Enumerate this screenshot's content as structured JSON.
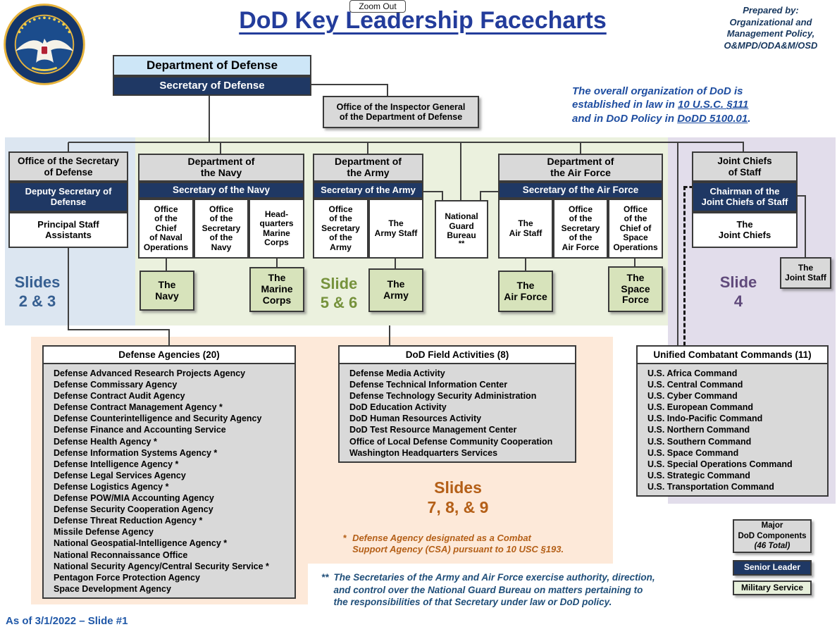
{
  "viewer": {
    "zoom_out_label": "Zoom Out"
  },
  "header": {
    "title": "DoD Key Leadership Facecharts",
    "prepared_by": "Prepared by:\nOrganizational and\nManagement Policy,\nO&MPD/ODA&M/OSD",
    "law_note_p1": "The overall organization of DoD is\nestablished in law in ",
    "law_link_usc": "10 U.S.C. §111",
    "law_note_p2": "\nand in DoD Policy in ",
    "law_link_dodd": "DoDD 5100.01",
    "law_note_p3": "."
  },
  "top": {
    "dod": "Department of Defense",
    "secdef": "Secretary of Defense",
    "oig": "Office of the Inspector General\nof the Department of Defense"
  },
  "osd": {
    "title": "Office of the Secretary\nof Defense",
    "leader": "Deputy Secretary of\nDefense",
    "sub": "Principal Staff\nAssistants",
    "slides": "Slides\n2 & 3"
  },
  "navy": {
    "title": "Department of\nthe Navy",
    "leader": "Secretary of the Navy",
    "col1": "Office\nof the\nChief\nof Naval\nOperations",
    "col2": "Office\nof the\nSecretary\nof the\nNavy",
    "col3": "Head-\nquarters\nMarine\nCorps",
    "service1": "The\nNavy",
    "service2": "The\nMarine\nCorps"
  },
  "army": {
    "title": "Department of\nthe Army",
    "leader": "Secretary of the Army",
    "col1": "Office\nof the\nSecretary\nof the\nArmy",
    "col2": "The\nArmy Staff",
    "service": "The\nArmy",
    "slides": "Slide\n5 & 6"
  },
  "ngb": {
    "label": "National\nGuard\nBureau",
    "note": "**"
  },
  "airforce": {
    "title": "Department of\nthe Air Force",
    "leader": "Secretary of the Air Force",
    "col1": "The\nAir Staff",
    "col2": "Office\nof the\nSecretary\nof the\nAir Force",
    "col3": "Office\nof the\nChief of\nSpace\nOperations",
    "service1": "The\nAir Force",
    "service2": "The\nSpace\nForce"
  },
  "jcs": {
    "title": "Joint Chiefs\nof Staff",
    "leader": "Chairman of the\nJoint Chiefs of Staff",
    "sub": "The\nJoint Chiefs",
    "staff": "The\nJoint Staff",
    "slides": "Slide\n4"
  },
  "agencies": {
    "title": "Defense Agencies (20)",
    "items": [
      "Defense Advanced Research Projects Agency",
      "Defense Commissary Agency",
      "Defense Contract Audit Agency",
      "Defense Contract Management Agency *",
      "Defense Counterintelligence and Security Agency",
      "Defense Finance and Accounting Service",
      "Defense Health Agency *",
      "Defense Information Systems Agency *",
      "Defense Intelligence Agency *",
      "Defense Legal Services Agency",
      "Defense Logistics Agency *",
      "Defense POW/MIA Accounting Agency",
      "Defense Security Cooperation Agency",
      "Defense Threat Reduction Agency *",
      "Missile Defense Agency",
      "National Geospatial-Intelligence Agency *",
      "National Reconnaissance Office",
      "National Security Agency/Central Security Service *",
      "Pentagon Force Protection Agency",
      "Space Development Agency"
    ]
  },
  "field_activities": {
    "title": "DoD Field Activities (8)",
    "items": [
      "Defense Media Activity",
      "Defense Technical Information Center",
      "Defense Technology Security Administration",
      "DoD Education Activity",
      "DoD Human Resources Activity",
      "DoD Test Resource Management Center",
      "Office of Local Defense Community Cooperation",
      "Washington Headquarters Services"
    ],
    "slides": "Slides\n7, 8, & 9"
  },
  "commands": {
    "title": "Unified Combatant Commands (11)",
    "items": [
      "U.S. Africa Command",
      "U.S. Central Command",
      "U.S. Cyber Command",
      "U.S. European Command",
      "U.S. Indo-Pacific Command",
      "U.S. Northern Command",
      "U.S. Southern Command",
      "U.S. Space Command",
      "U.S. Special Operations Command",
      "U.S. Strategic Command",
      "U.S. Transportation Command"
    ]
  },
  "footnotes": {
    "star_marker": "*",
    "star_text": "Defense Agency designated as a Combat\nSupport Agency (CSA) pursuant to 10 USC §193.",
    "dstar_marker": "**",
    "dstar_text": "The Secretaries of the Army and Air Force exercise authority, direction,\nand control over the National Guard Bureau on matters pertaining to\nthe responsibilities of that Secretary under law or DoD policy."
  },
  "legend": {
    "components": "Major\nDoD Components",
    "components_total": "(46 Total)",
    "senior_leader": "Senior Leader",
    "military_service": "Military Service"
  },
  "footer": {
    "as_of": "As of 3/1/2022 – Slide #1"
  },
  "colors": {
    "senior_leader_navy": "#1F3864",
    "component_gray": "#D9D9D9",
    "military_service_green": "#D7E3BB",
    "dod_header_blue": "#CDE6F7",
    "panel_blue": "#DCE6F1",
    "panel_green": "#EBF1DE",
    "panel_purple": "#E2DDEB",
    "panel_peach": "#FDE9D9",
    "title_blue": "#233C9B",
    "footnote_brown": "#B45F17",
    "footnote_navy": "#1F4E79"
  }
}
